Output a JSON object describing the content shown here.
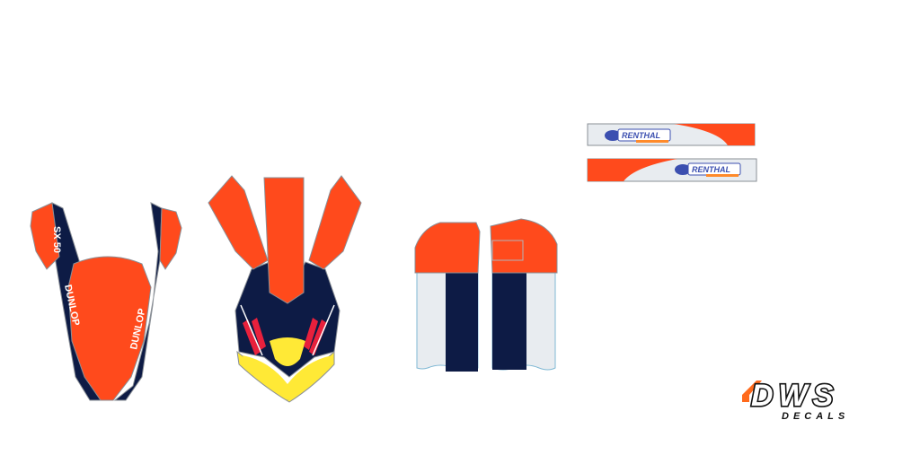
{
  "front_fender": {
    "model_label": "SX 50",
    "sponsor_label": "DUNLOP"
  },
  "handguards": {
    "sponsor_label": "RENTHAL"
  },
  "brand": {
    "logo_text": "DWS",
    "sub_text": "DECALS"
  },
  "colors": {
    "orange": "#ff4a1c",
    "navy": "#0d1b45",
    "yellow": "#ffe936",
    "light_gray": "#e8ecf0",
    "red": "#e8203c",
    "stroke": "#8a8f96"
  }
}
